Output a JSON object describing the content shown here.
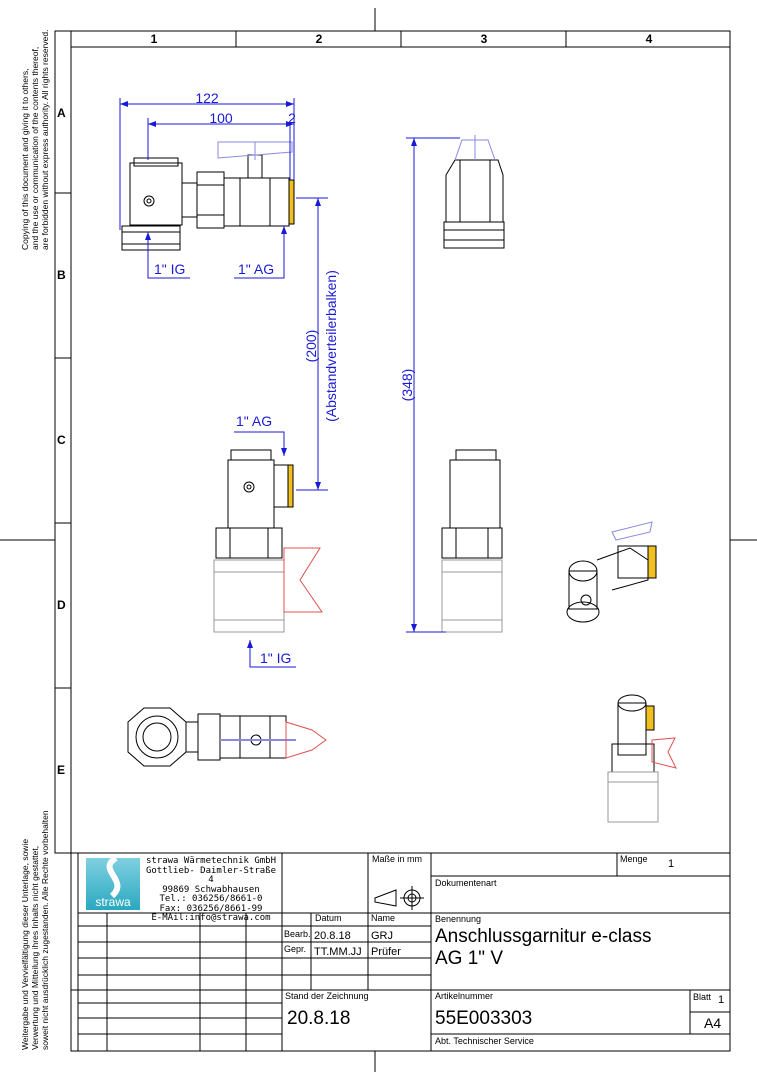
{
  "copyright_notice": {
    "line1": "Copying of this document and giving it to others,",
    "line2": "and the use or communication of the contents thereof,",
    "line3": "are forbidden without express authority. All rights reserved."
  },
  "notice_de": {
    "line1": "Weitergabe und Vervielfältigung dieser Unterlage, sowie",
    "line2": "Verwertung und Mitteilung ihres Inhalts nicht gestattet,",
    "line3": "soweit nicht ausdrücklich zugestanden. Alle Rechte vorbehalten"
  },
  "grid": {
    "columns": [
      "1",
      "2",
      "3",
      "4"
    ],
    "rows": [
      "A",
      "B",
      "C",
      "D",
      "E"
    ]
  },
  "dimensions": {
    "d122": "122",
    "d100": "100",
    "d2": "2",
    "ig_top": "1\" IG",
    "ag_top": "1\" AG",
    "d200": "(200)",
    "abstand": "(Abstandverteilerbalken)",
    "d348": "(348)",
    "ag_mid": "1\" AG",
    "ig_bottom": "1\" IG"
  },
  "title_block": {
    "company": {
      "logo_text": "strawa",
      "name": "strawa Wärmetechnik GmbH",
      "street": "Gottlieb- Daimler-Straße 4",
      "city": "99869 Schwabhausen",
      "tel": "Tel.: 036256/8661-0",
      "fax": "Fax: 036256/8661-99",
      "email": "E-MAil:info@strawa.com"
    },
    "masse_label": "Maße in mm",
    "menge_label": "Menge",
    "menge_value": "1",
    "dokumentenart_label": "Dokumentenart",
    "datum_label": "Datum",
    "name_label": "Name",
    "bearb_label": "Bearb.",
    "bearb_date": "20.8.18",
    "bearb_name": "GRJ",
    "gepr_label": "Gepr.",
    "gepr_date": "TT.MM.JJ",
    "gepr_name": "Prüfer",
    "benennung_label": "Benennung",
    "benennung_line1": "Anschlussgarnitur e-class",
    "benennung_line2": "AG 1\" V",
    "stand_label": "Stand der Zeichnung",
    "stand_value": "20.8.18",
    "artikel_label": "Artikelnummer",
    "artikel_value": "55E003303",
    "blatt_label": "Blatt",
    "blatt_value": "1",
    "format_value": "A4",
    "abteilung": "Abt. Technischer Service"
  },
  "colors": {
    "dimension": "#1a1ad6",
    "handle_blue": "#8a8ae0",
    "handle_red": "#e05050",
    "seal_yellow": "#f0c020",
    "logo_teal": "#2aa8c0"
  }
}
